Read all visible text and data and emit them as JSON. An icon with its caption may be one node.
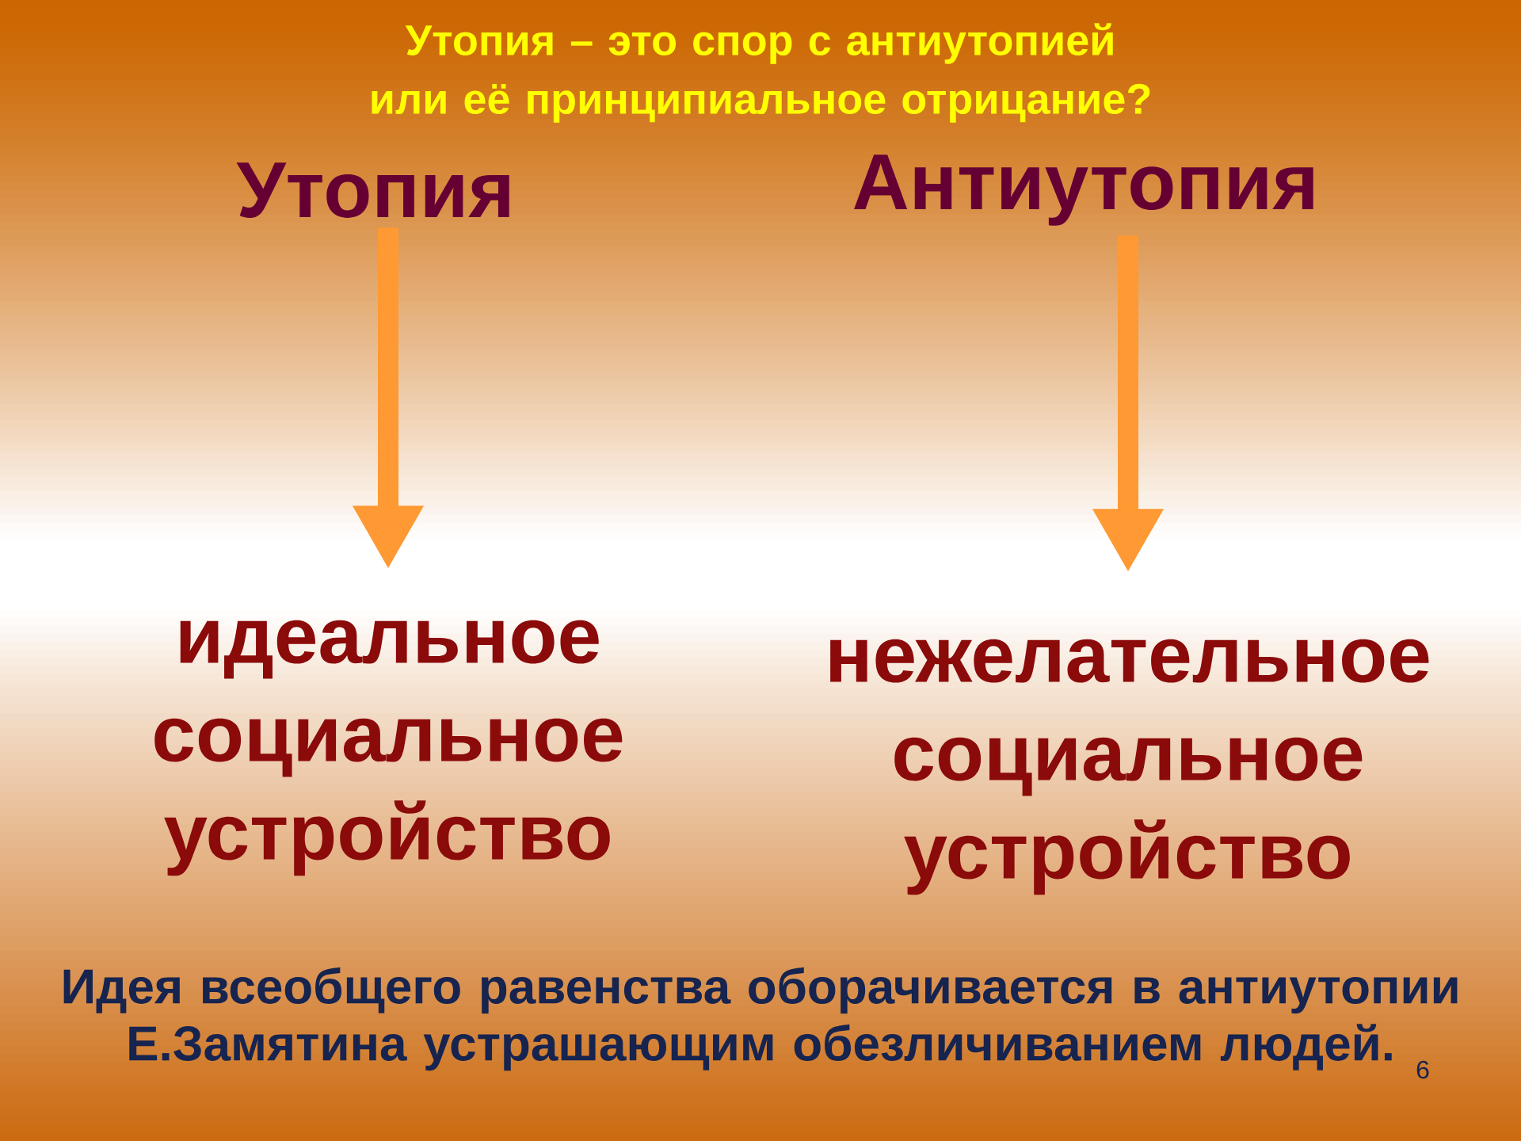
{
  "diagram": {
    "title": "Утопия – это спор с антиутопией или её принципиальное отрицание?",
    "nodes": [
      {
        "text": [
          "Утопия"
        ]
      },
      {
        "text": [
          "Антиутопия"
        ]
      },
      {
        "text": [
          "идеальное социальное устройство"
        ]
      },
      {
        "text": [
          "нежелательное социальное устройство"
        ]
      }
    ],
    "edges": [
      {
        "from": 0,
        "to": 2,
        "arrow": "to"
      },
      {
        "from": 1,
        "to": 3,
        "arrow": "to"
      }
    ],
    "labels": [
      "Идея всеобщего равенства оборачивается в антиутопии Е.Замятина устрашающим обезличиванием людей.",
      "6"
    ]
  }
}
